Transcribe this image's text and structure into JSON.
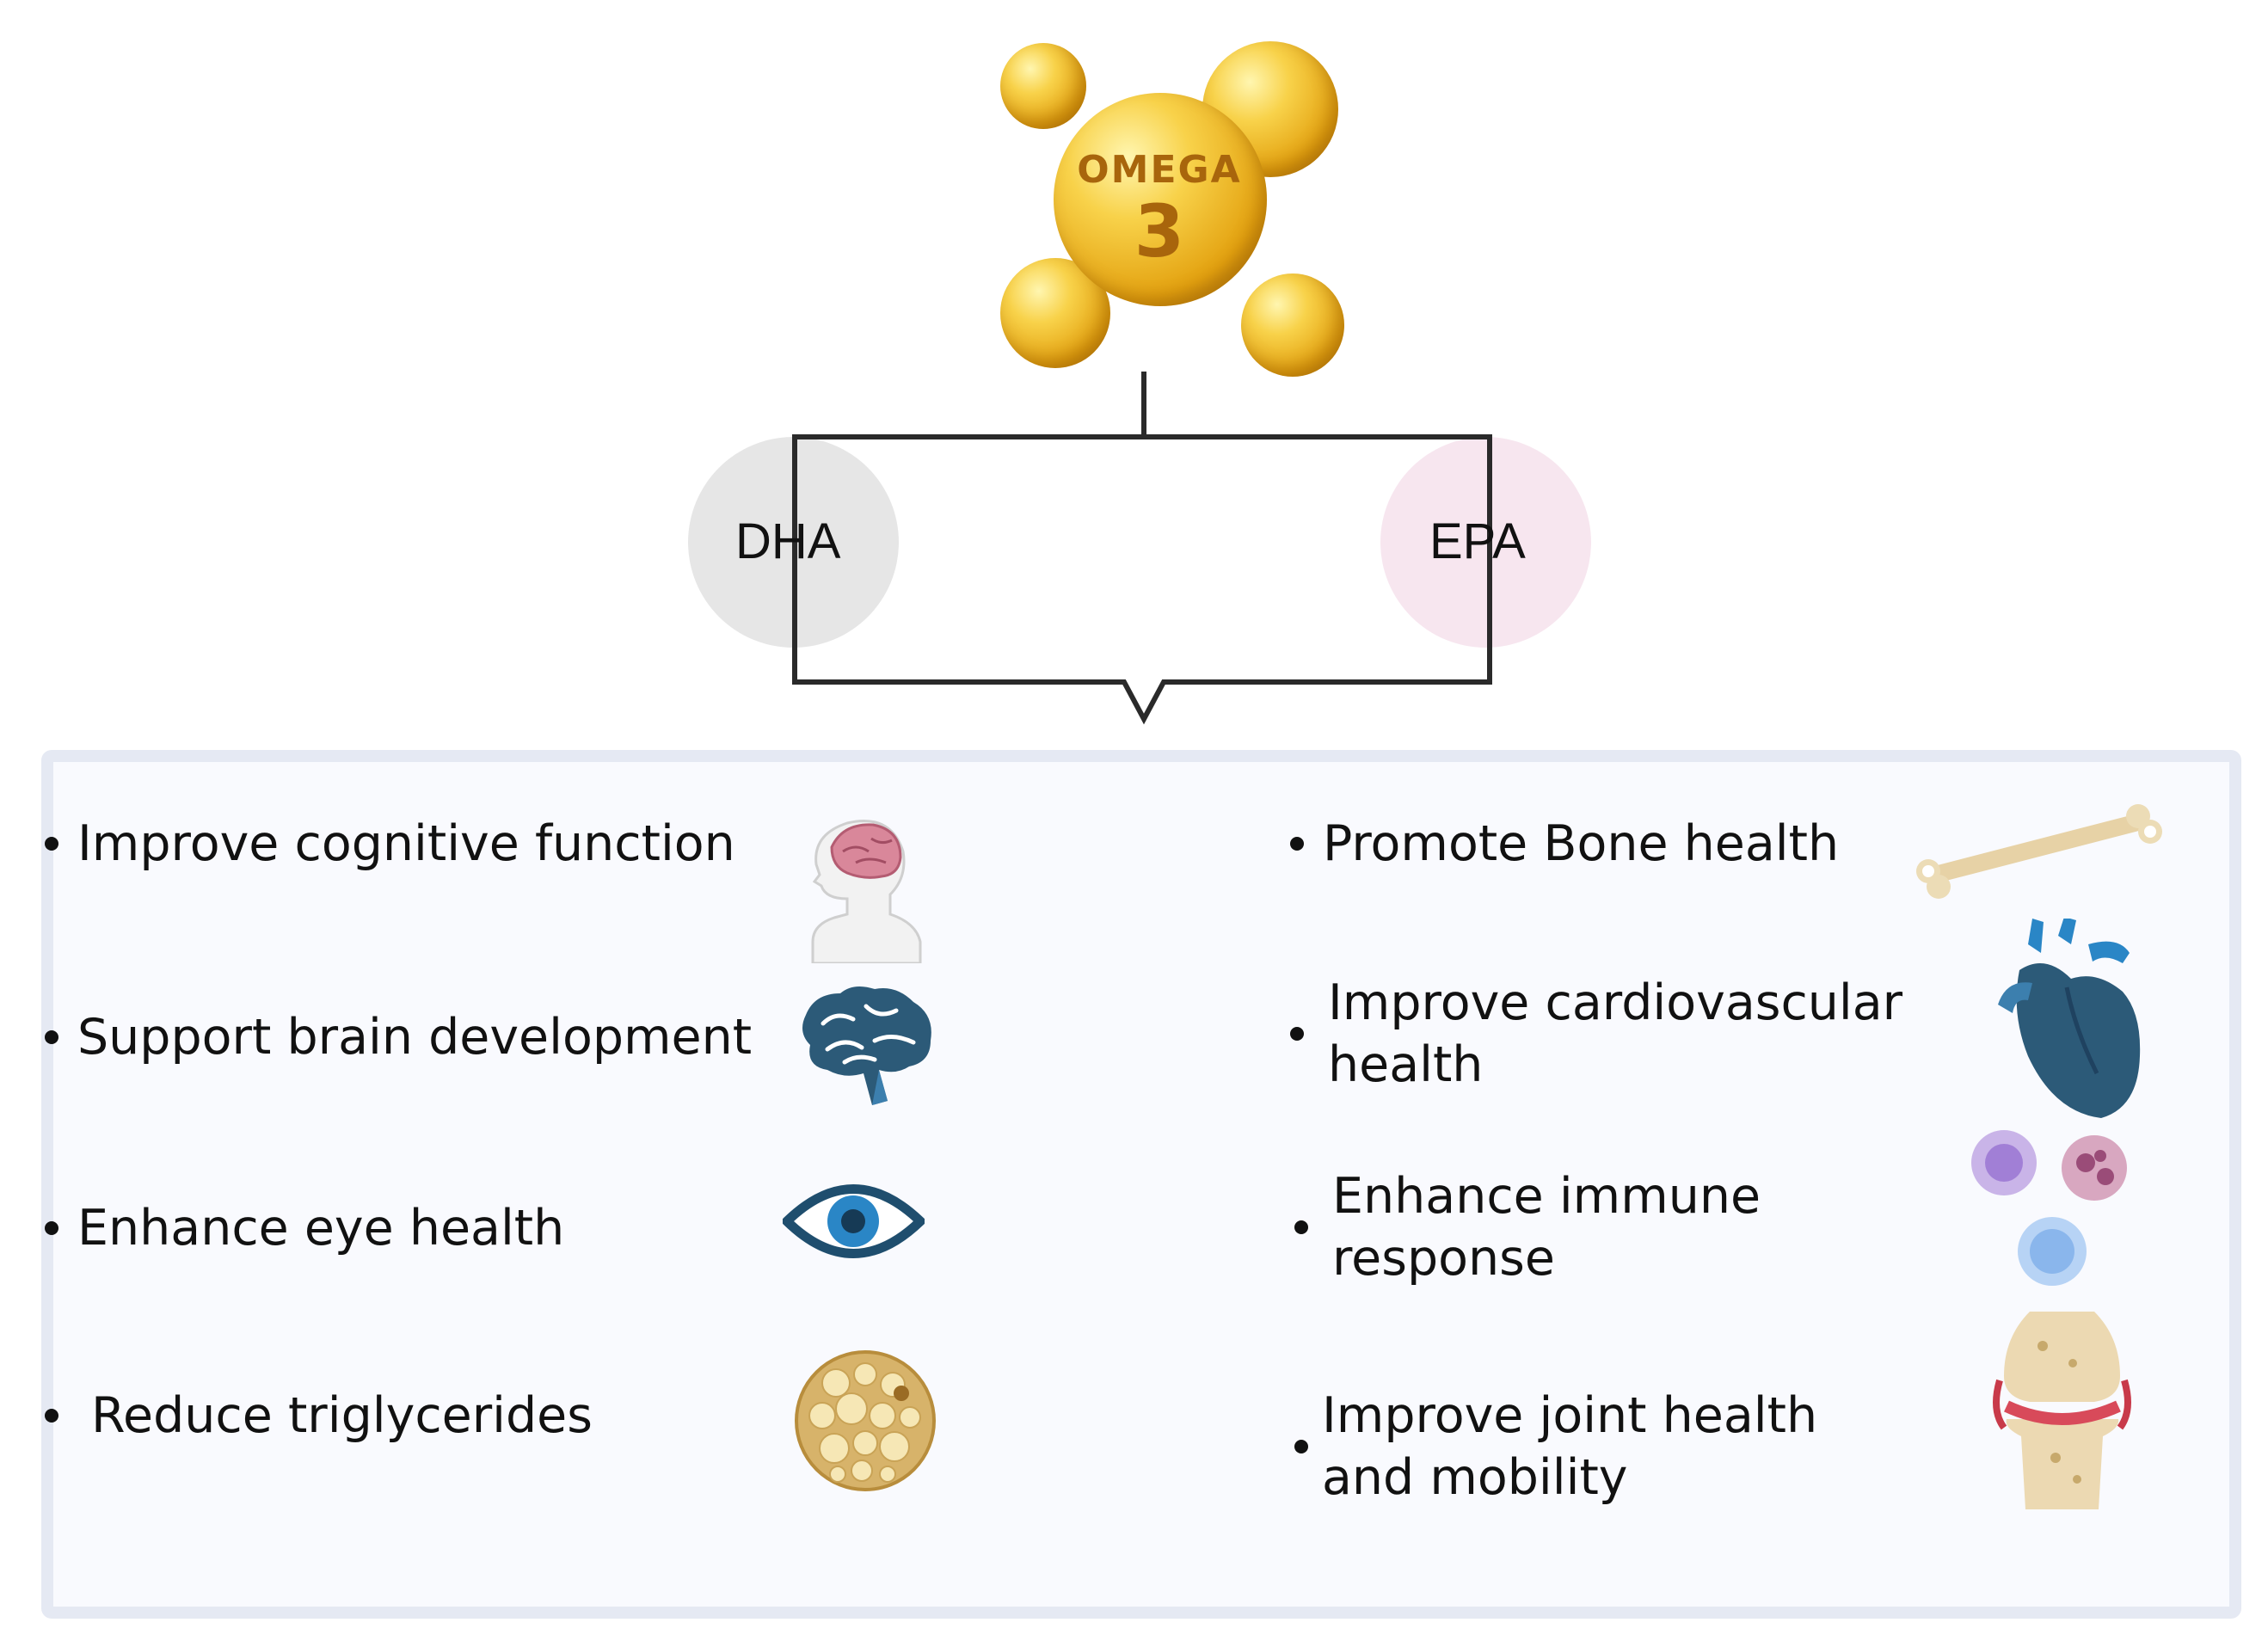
{
  "header": {
    "omega_word": "OMEGA",
    "omega_number": "3"
  },
  "branches": {
    "left": "DHA",
    "right": "EPA"
  },
  "dha_benefits": [
    {
      "text": "Improve cognitive function",
      "icon": "human-head-brain-icon"
    },
    {
      "text": "Support brain development",
      "icon": "brain-icon"
    },
    {
      "text": "Enhance eye health",
      "icon": "eye-icon"
    },
    {
      "text": "Reduce triglycerides",
      "icon": "fat-cell-icon"
    }
  ],
  "epa_benefits": [
    {
      "text": "Promote Bone health",
      "icon": "bone-icon"
    },
    {
      "text": "Improve cardiovascular health",
      "icon": "heart-icon"
    },
    {
      "text": "Enhance immune response",
      "icon": "immune-cells-icon"
    },
    {
      "text": "Improve joint health and mobility",
      "icon": "knee-joint-icon"
    }
  ],
  "colors": {
    "gold": "#e3a10f",
    "dha_circle": "#e6e6e6",
    "epa_circle": "#f7e6ef",
    "panel_bg": "#f9fafe",
    "panel_border": "#e5e9f3",
    "icon_dark_blue": "#2c5a78",
    "icon_blue": "#2a86c6"
  }
}
